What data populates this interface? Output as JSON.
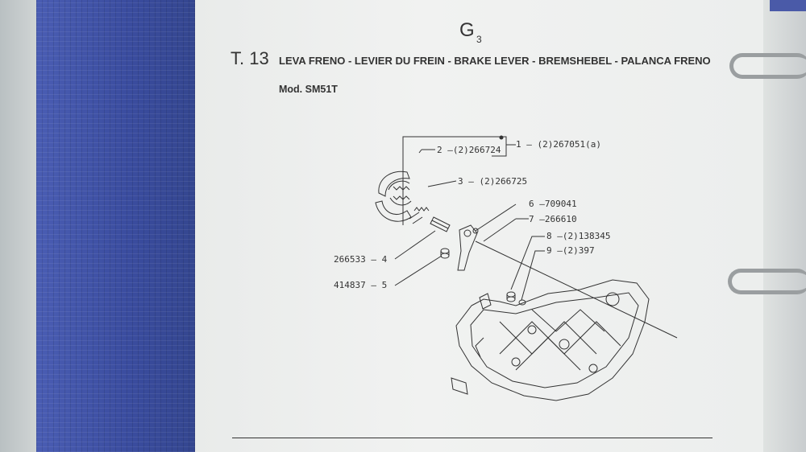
{
  "page": {
    "section_code": "G",
    "section_sub": "3",
    "table_number": "T. 13",
    "title": "LEVA FRENO - LEVIER DU FREIN - BRAKE LEVER - BREMSHEBEL - PALANCA FRENO",
    "model": "Mod. SM51T"
  },
  "parts": [
    {
      "num": "1",
      "code": "(2)267051(a)"
    },
    {
      "num": "2",
      "code": "(2)266724"
    },
    {
      "num": "3",
      "code": "(2)266725"
    },
    {
      "num": "4",
      "code": "266533"
    },
    {
      "num": "5",
      "code": "414837"
    },
    {
      "num": "6",
      "code": "709041"
    },
    {
      "num": "7",
      "code": "266610"
    },
    {
      "num": "8",
      "code": "(2)138345"
    },
    {
      "num": "9",
      "code": "(2)397"
    }
  ],
  "colors": {
    "binder": "#3d4fa3",
    "paper": "#eef0ef",
    "ink": "#333333"
  }
}
